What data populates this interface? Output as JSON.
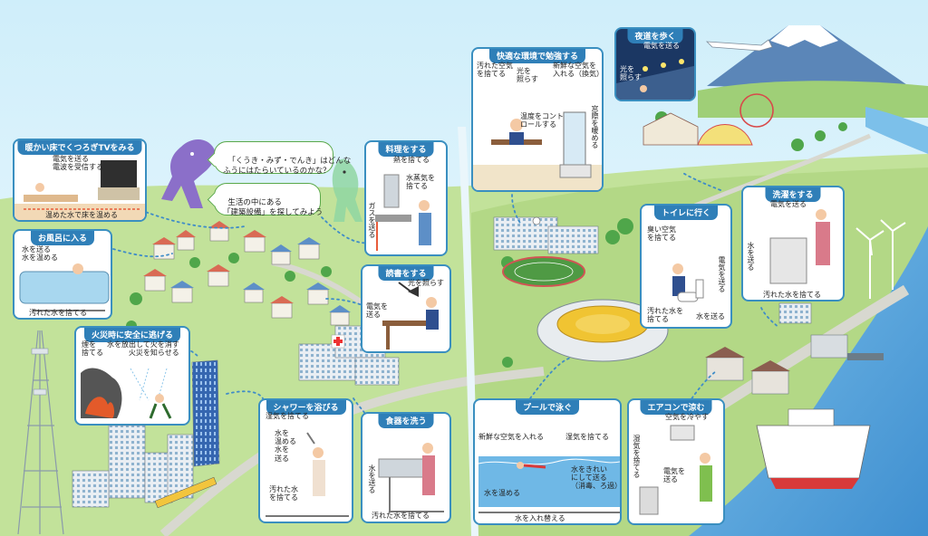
{
  "bubbles": {
    "top": "「くうき・みず・でんき」はどんな\nふうにはたらいているのかな？",
    "bottom": "生活の中にある\n「建築設備」を探してみよう"
  },
  "panels": {
    "tv": {
      "title": "暖かい床でくつろぎTVをみる",
      "l1": "電気を送る\n電波を受信する",
      "l2": "温めた水で床を温める"
    },
    "bath": {
      "title": "お風呂に入る",
      "l1": "水を送る\n水を温める",
      "l2": "汚れた水を捨てる"
    },
    "fire": {
      "title": "火災時に安全に逃げる",
      "l1": "煙を\n捨てる",
      "l2": "水を放出して火を消す\n火災を知らせる"
    },
    "cook": {
      "title": "料理をする",
      "l1": "熱を捨てる",
      "l2": "水蒸気を\n捨てる",
      "l3": "ガスを送る"
    },
    "read": {
      "title": "読書をする",
      "l1": "光を照らす",
      "l2": "電気を\n送る"
    },
    "shower": {
      "title": "シャワーを浴びる",
      "l1": "湿気を捨てる",
      "l2": "水を\n温める\n水を\n送る",
      "l3": "汚れた水\nを捨てる"
    },
    "dish": {
      "title": "食器を洗う",
      "l1": "水を送る",
      "l2": "汚れた水を捨てる"
    },
    "study": {
      "title": "快適な環境で勉強する",
      "l1": "汚れた空気\nを捨てる",
      "l2": "光を\n照らす",
      "l3": "新鮮な空気を\n入れる（換気）",
      "l4": "温度をコント\nロールする",
      "l5": "窓際を暖める"
    },
    "night": {
      "title": "夜道を歩く",
      "l1": "電気を送る",
      "l2": "光を\n照らす"
    },
    "toilet": {
      "title": "トイレに行く",
      "l1": "臭い空気\nを捨てる",
      "l2": "電気を送る",
      "l3": "汚れた水を\n捨てる",
      "l4": "水を送る"
    },
    "laundry": {
      "title": "洗濯をする",
      "l1": "電気を送る",
      "l2": "水を送る",
      "l3": "汚れた水を捨てる"
    },
    "pool": {
      "title": "プールで泳ぐ",
      "l1": "新鮮な空気を入れる",
      "l2": "湿気を捨てる",
      "l3": "水をきれい\nにして送る\n（消毒、ろ過）",
      "l4": "水を温める",
      "l5": "水を入れ替える"
    },
    "aircon": {
      "title": "エアコンで涼む",
      "l1": "空気を冷やす",
      "l2": "湿気を捨てる",
      "l3": "電気を\n送る"
    }
  },
  "colors": {
    "panel_border": "#3a8fc0",
    "title_bg": "#2f7fb8",
    "grass": "#b9dc8a",
    "sea": "#4a9fd8",
    "bubble_border": "#5aa84a"
  }
}
